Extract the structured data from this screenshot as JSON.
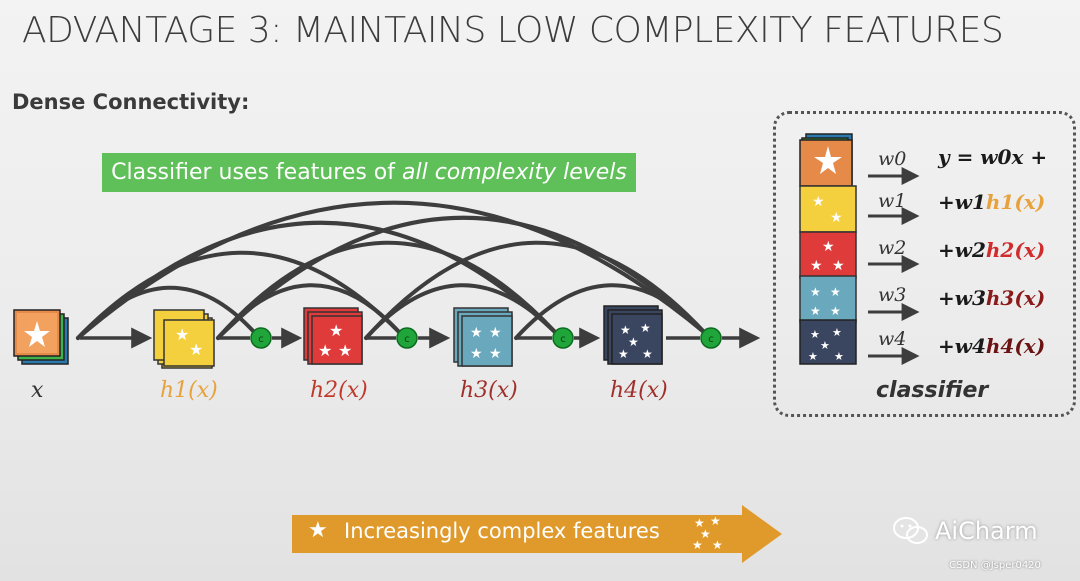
{
  "title": "ADVANTAGE 3: MAINTAINS LOW COMPLEXITY FEATURES",
  "subtitle": "Dense Connectivity:",
  "banner": {
    "text_prefix": "Classifier uses features of ",
    "text_emphasis": "all complexity levels",
    "color": "#5fbf58"
  },
  "nodes": [
    {
      "id": "x",
      "label": "x",
      "color": "#333333"
    },
    {
      "id": "h1",
      "label": "h1(x)",
      "color": "#e8a23c"
    },
    {
      "id": "h2",
      "label": "h2(x)",
      "color": "#c0392b"
    },
    {
      "id": "h3",
      "label": "h3(x)",
      "color": "#a0302b"
    },
    {
      "id": "h4",
      "label": "h4(x)",
      "color": "#a0302b"
    }
  ],
  "concat_symbol": "c",
  "classifier": {
    "label": "classifier",
    "rows": [
      {
        "weight": "w0",
        "equation": "y = w0x +"
      },
      {
        "weight": "w1",
        "equation_prefix": "+w1",
        "equation_term": "h1(x)",
        "term_color": "#e8a23c"
      },
      {
        "weight": "w2",
        "equation_prefix": "+w2",
        "equation_term": "h2(x)",
        "term_color": "#d02c2c"
      },
      {
        "weight": "w3",
        "equation_prefix": "+w3",
        "equation_term": "h3(x)",
        "term_color": "#8b1a1a"
      },
      {
        "weight": "w4",
        "equation_prefix": "+w4",
        "equation_term": "h4(x)",
        "term_color": "#6b1212"
      }
    ]
  },
  "bottom_arrow": {
    "text": "Increasingly complex features",
    "color": "#e09a2b"
  },
  "watermark": "AiCharm",
  "credit": "CSDN @Jsper0420",
  "colors": {
    "yellow": "#f4cf3e",
    "red": "#e03b3b",
    "teal": "#6aa9bd",
    "navy": "#3a4560",
    "green_node": "#1fa53a",
    "arc": "#3d3d3d"
  },
  "icons": [
    "star-icon",
    "concat-node-icon",
    "wechat-icon",
    "arrow-icon"
  ]
}
